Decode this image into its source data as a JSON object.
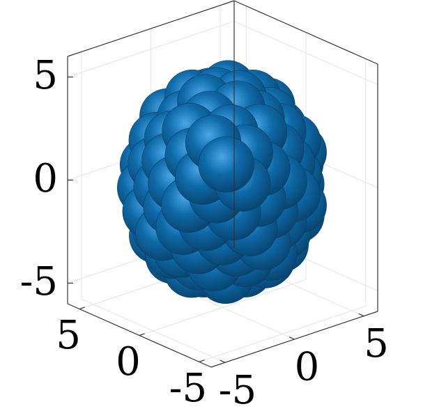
{
  "chart_data": {
    "type": "scatter",
    "subtype": "3d-sphere-packing",
    "title": "",
    "xlabel": "",
    "ylabel": "",
    "zlabel": "",
    "xlim": [
      -6,
      6
    ],
    "ylim": [
      -6,
      6
    ],
    "zlim": [
      -6,
      6
    ],
    "grid": true,
    "box": true,
    "marker_color": "#0f6aa8",
    "highlight_color": "#4aa6e6",
    "shadow_color": "#07406a",
    "ticks": {
      "z": [
        {
          "value": 5,
          "label": "5"
        },
        {
          "value": 0,
          "label": "0"
        },
        {
          "value": -5,
          "label": "-5"
        }
      ],
      "x": [
        {
          "value": 5,
          "label": "5"
        },
        {
          "value": 0,
          "label": "0"
        },
        {
          "value": -5,
          "label": "-5"
        }
      ],
      "y": [
        {
          "value": -5,
          "label": "-5"
        },
        {
          "value": 0,
          "label": "0"
        },
        {
          "value": 5,
          "label": "5"
        }
      ]
    },
    "cluster": {
      "center": [
        0,
        0,
        0
      ],
      "radius": 5.2,
      "sphere_radius": 1.0,
      "sphere_count": 220
    }
  }
}
